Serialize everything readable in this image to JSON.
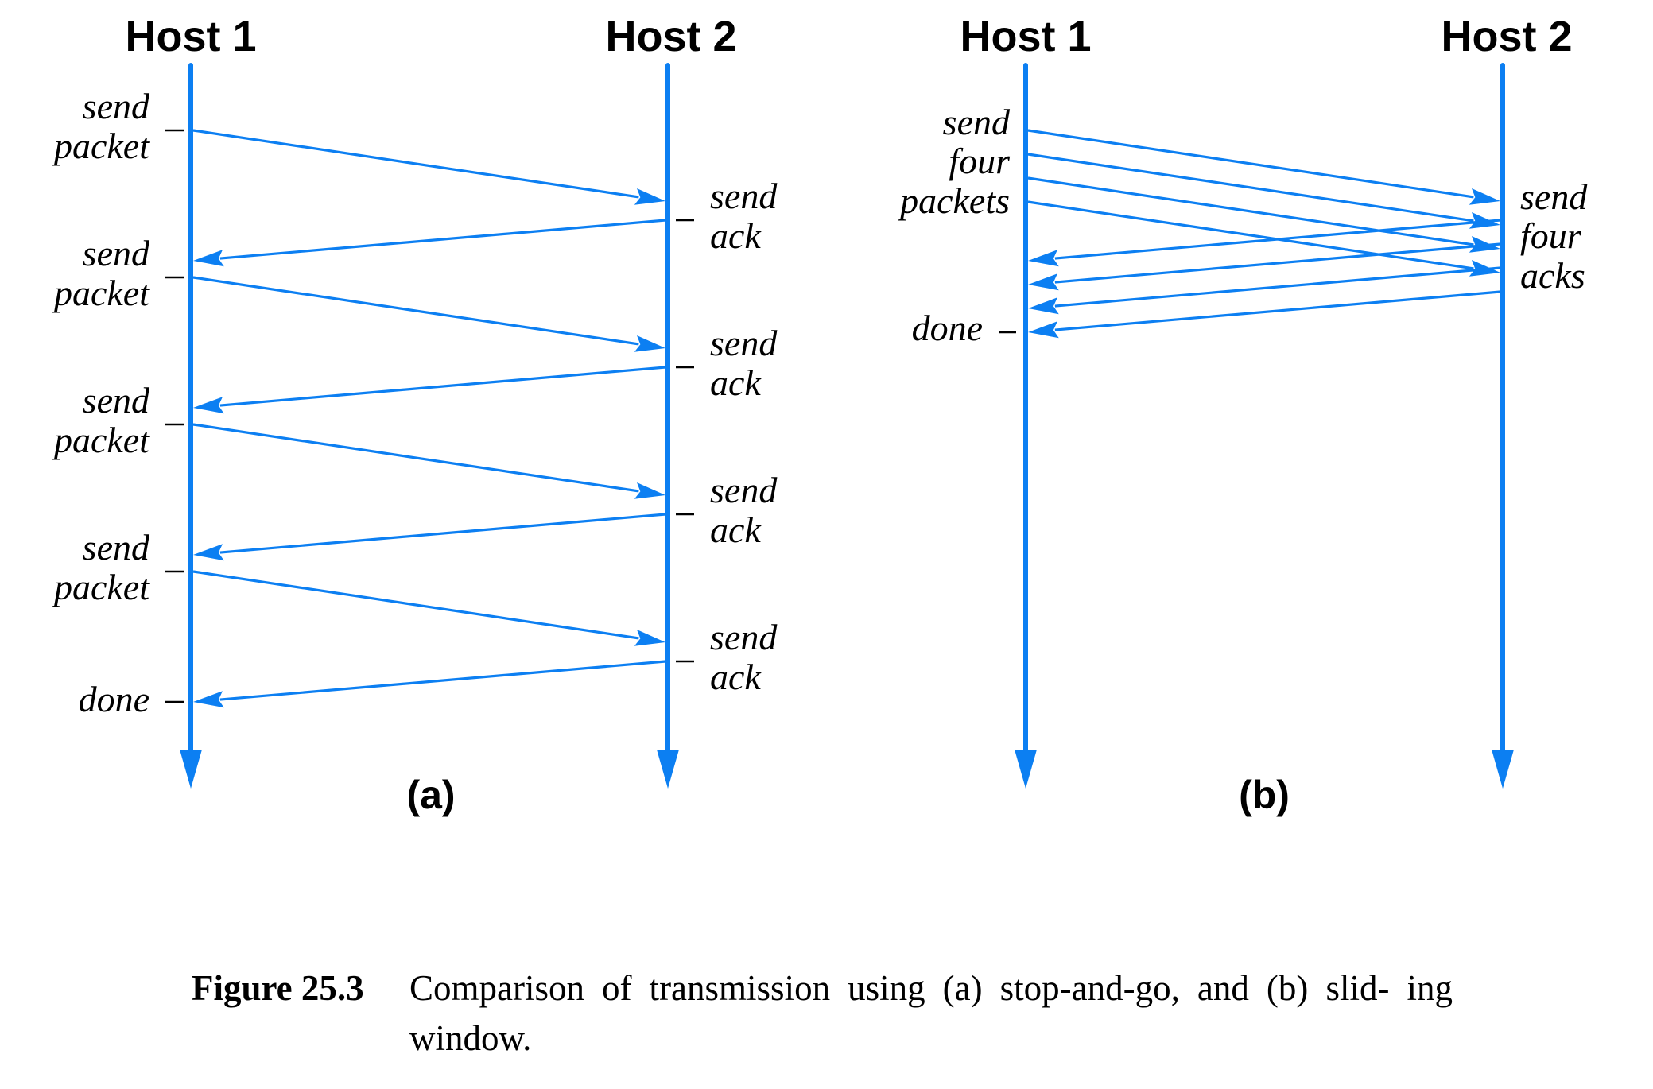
{
  "colors": {
    "accent": "#0c7ff2",
    "text": "#000000",
    "background": "#ffffff"
  },
  "panels": [
    {
      "id": "a",
      "label": "(a)",
      "scheme": "stop-and-go",
      "hosts": [
        "Host 1",
        "Host 2"
      ],
      "sender_labels": [
        {
          "lines": [
            "send",
            "packet"
          ]
        },
        {
          "lines": [
            "send",
            "packet"
          ]
        },
        {
          "lines": [
            "send",
            "packet"
          ]
        },
        {
          "lines": [
            "send",
            "packet"
          ]
        },
        {
          "lines": [
            "done"
          ]
        }
      ],
      "receiver_labels": [
        {
          "lines": [
            "send",
            "ack"
          ]
        },
        {
          "lines": [
            "send",
            "ack"
          ]
        },
        {
          "lines": [
            "send",
            "ack"
          ]
        },
        {
          "lines": [
            "send",
            "ack"
          ]
        }
      ],
      "messages": [
        {
          "type": "packet",
          "from": "Host 1",
          "to": "Host 2",
          "index": 1
        },
        {
          "type": "ack",
          "from": "Host 2",
          "to": "Host 1",
          "index": 1
        },
        {
          "type": "packet",
          "from": "Host 1",
          "to": "Host 2",
          "index": 2
        },
        {
          "type": "ack",
          "from": "Host 2",
          "to": "Host 1",
          "index": 2
        },
        {
          "type": "packet",
          "from": "Host 1",
          "to": "Host 2",
          "index": 3
        },
        {
          "type": "ack",
          "from": "Host 2",
          "to": "Host 1",
          "index": 3
        },
        {
          "type": "packet",
          "from": "Host 1",
          "to": "Host 2",
          "index": 4
        },
        {
          "type": "ack",
          "from": "Host 2",
          "to": "Host 1",
          "index": 4
        }
      ]
    },
    {
      "id": "b",
      "label": "(b)",
      "scheme": "sliding window",
      "hosts": [
        "Host 1",
        "Host 2"
      ],
      "sender_labels": [
        {
          "lines": [
            "send",
            "four",
            "packets"
          ]
        },
        {
          "lines": [
            "done"
          ]
        }
      ],
      "receiver_labels": [
        {
          "lines": [
            "send",
            "four",
            "acks"
          ]
        }
      ],
      "messages": [
        {
          "type": "packet",
          "from": "Host 1",
          "to": "Host 2",
          "index": 1
        },
        {
          "type": "packet",
          "from": "Host 1",
          "to": "Host 2",
          "index": 2
        },
        {
          "type": "packet",
          "from": "Host 1",
          "to": "Host 2",
          "index": 3
        },
        {
          "type": "packet",
          "from": "Host 1",
          "to": "Host 2",
          "index": 4
        },
        {
          "type": "ack",
          "from": "Host 2",
          "to": "Host 1",
          "index": 1
        },
        {
          "type": "ack",
          "from": "Host 2",
          "to": "Host 1",
          "index": 2
        },
        {
          "type": "ack",
          "from": "Host 2",
          "to": "Host 1",
          "index": 3
        },
        {
          "type": "ack",
          "from": "Host 2",
          "to": "Host 1",
          "index": 4
        }
      ]
    }
  ],
  "caption": {
    "number": "Figure 25.3",
    "text": "Comparison of transmission using (a) stop-and-go, and (b) slid- ing window."
  }
}
